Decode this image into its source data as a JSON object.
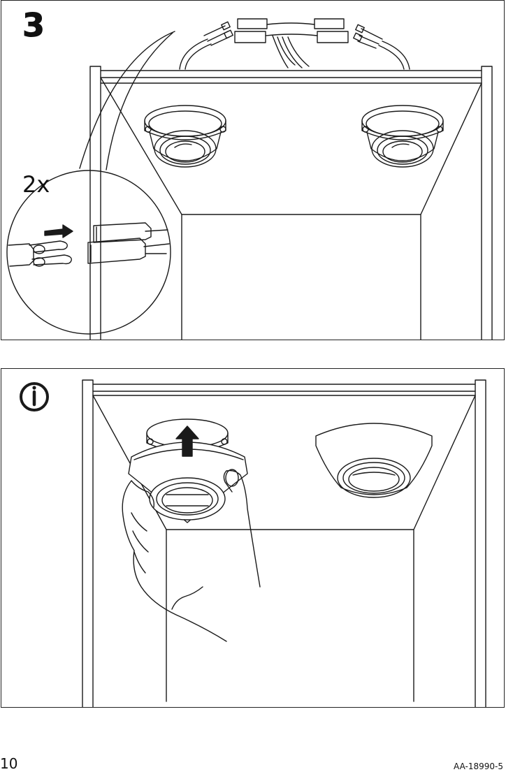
{
  "step": {
    "number": "3",
    "quantity": "2x"
  },
  "info_icon": {
    "icon": "info-icon"
  },
  "footer": {
    "page_number": "10",
    "document_code": "AA-18990-5"
  },
  "colors": {
    "line": "#1a1a1a",
    "background": "#ffffff"
  }
}
